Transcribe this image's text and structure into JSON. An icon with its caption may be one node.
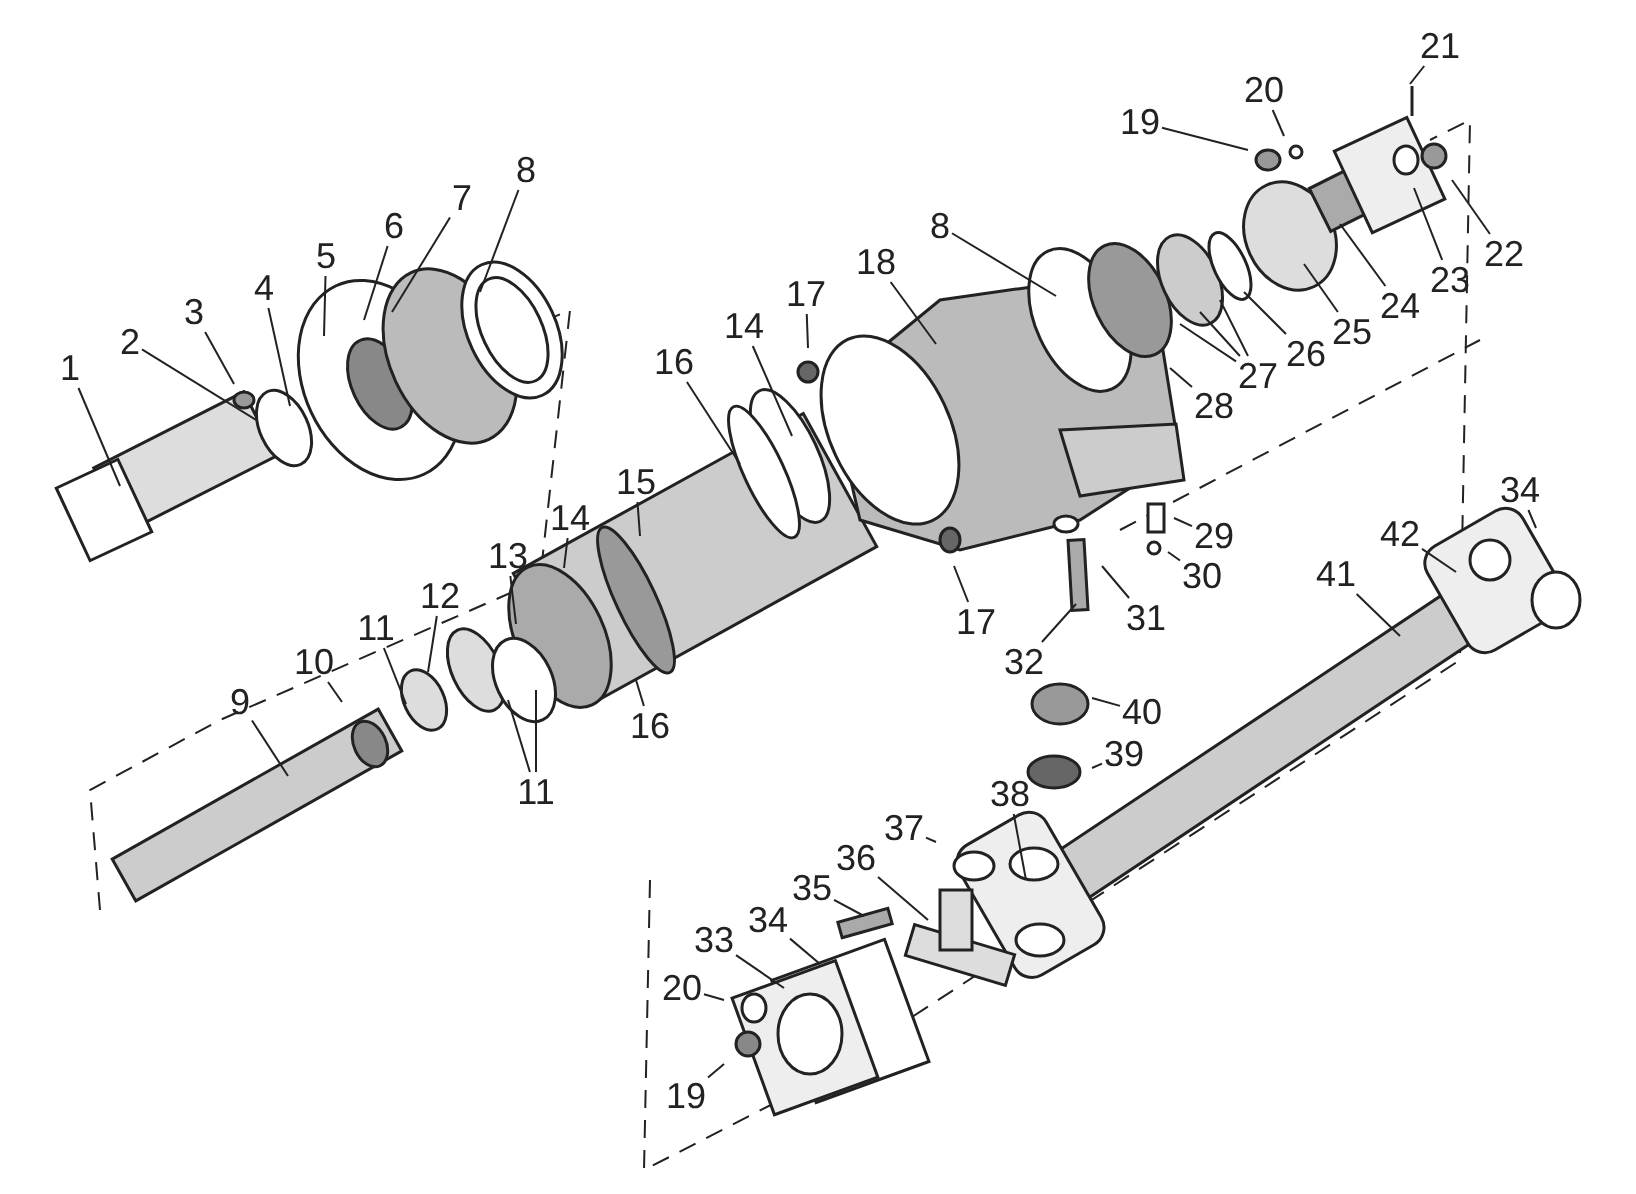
{
  "diagram": {
    "nodes": [
      {
        "text": [
          "1"
        ]
      },
      {
        "text": [
          "2"
        ]
      },
      {
        "text": [
          "3"
        ]
      },
      {
        "text": [
          "4"
        ]
      },
      {
        "text": [
          "5"
        ]
      },
      {
        "text": [
          "6"
        ]
      },
      {
        "text": [
          "7"
        ]
      },
      {
        "text": [
          "8"
        ]
      },
      {
        "text": [
          "17"
        ]
      },
      {
        "text": [
          "14"
        ]
      },
      {
        "text": [
          "16"
        ]
      },
      {
        "text": [
          "18"
        ]
      },
      {
        "text": [
          "8"
        ]
      },
      {
        "text": [
          "21"
        ]
      },
      {
        "text": [
          "20"
        ]
      },
      {
        "text": [
          "19"
        ]
      },
      {
        "text": [
          "22"
        ]
      },
      {
        "text": [
          "23"
        ]
      },
      {
        "text": [
          "24"
        ]
      },
      {
        "text": [
          "25"
        ]
      },
      {
        "text": [
          "26"
        ]
      },
      {
        "text": [
          "27"
        ]
      },
      {
        "text": [
          "28"
        ]
      },
      {
        "text": [
          "15"
        ]
      },
      {
        "text": [
          "14"
        ]
      },
      {
        "text": [
          "13"
        ]
      },
      {
        "text": [
          "12"
        ]
      },
      {
        "text": [
          "11"
        ]
      },
      {
        "text": [
          "10"
        ]
      },
      {
        "text": [
          "9"
        ]
      },
      {
        "text": [
          "16"
        ]
      },
      {
        "text": [
          "11"
        ]
      },
      {
        "text": [
          "29"
        ]
      },
      {
        "text": [
          "30"
        ]
      },
      {
        "text": [
          "17"
        ]
      },
      {
        "text": [
          "31"
        ]
      },
      {
        "text": [
          "32"
        ]
      },
      {
        "text": [
          "34"
        ]
      },
      {
        "text": [
          "42"
        ]
      },
      {
        "text": [
          "41"
        ]
      },
      {
        "text": [
          "40"
        ]
      },
      {
        "text": [
          "39"
        ]
      },
      {
        "text": [
          "38"
        ]
      },
      {
        "text": [
          "37"
        ]
      },
      {
        "text": [
          "36"
        ]
      },
      {
        "text": [
          "35"
        ]
      },
      {
        "text": [
          "34"
        ]
      },
      {
        "text": [
          "33"
        ]
      },
      {
        "text": [
          "20"
        ]
      },
      {
        "text": [
          "19"
        ]
      }
    ],
    "edges": [
      {
        "from": 0,
        "to": null,
        "arrow": "none"
      },
      {
        "from": 1,
        "to": null,
        "arrow": "none"
      },
      {
        "from": 2,
        "to": null,
        "arrow": "none"
      },
      {
        "from": 3,
        "to": null,
        "arrow": "none"
      },
      {
        "from": 4,
        "to": null,
        "arrow": "none"
      },
      {
        "from": 5,
        "to": null,
        "arrow": "none"
      },
      {
        "from": 6,
        "to": null,
        "arrow": "none"
      },
      {
        "from": 7,
        "to": null,
        "arrow": "none"
      },
      {
        "from": 8,
        "to": null,
        "arrow": "none"
      },
      {
        "from": 9,
        "to": null,
        "arrow": "none"
      },
      {
        "from": 10,
        "to": null,
        "arrow": "none"
      },
      {
        "from": 11,
        "to": null,
        "arrow": "none"
      },
      {
        "from": 12,
        "to": null,
        "arrow": "none"
      },
      {
        "from": 13,
        "to": null,
        "arrow": "none"
      },
      {
        "from": 14,
        "to": null,
        "arrow": "none"
      },
      {
        "from": 15,
        "to": null,
        "arrow": "none"
      },
      {
        "from": 16,
        "to": null,
        "arrow": "none"
      },
      {
        "from": 17,
        "to": null,
        "arrow": "none"
      },
      {
        "from": 18,
        "to": null,
        "arrow": "none"
      },
      {
        "from": 19,
        "to": null,
        "arrow": "none"
      },
      {
        "from": 20,
        "to": null,
        "arrow": "none"
      },
      {
        "from": 21,
        "to": null,
        "arrow": "none"
      },
      {
        "from": 21,
        "to": null,
        "arrow": "none"
      },
      {
        "from": 21,
        "to": null,
        "arrow": "none"
      },
      {
        "from": 22,
        "to": null,
        "arrow": "none"
      },
      {
        "from": 23,
        "to": null,
        "arrow": "none"
      },
      {
        "from": 24,
        "to": null,
        "arrow": "none"
      },
      {
        "from": 25,
        "to": null,
        "arrow": "none"
      },
      {
        "from": 26,
        "to": null,
        "arrow": "none"
      },
      {
        "from": 27,
        "to": null,
        "arrow": "none"
      },
      {
        "from": 28,
        "to": null,
        "arrow": "none"
      },
      {
        "from": 29,
        "to": null,
        "arrow": "none"
      },
      {
        "from": 30,
        "to": null,
        "arrow": "none"
      },
      {
        "from": 31,
        "to": null,
        "arrow": "none"
      },
      {
        "from": 31,
        "to": null,
        "arrow": "none"
      },
      {
        "from": 32,
        "to": null,
        "arrow": "none"
      },
      {
        "from": 33,
        "to": null,
        "arrow": "none"
      },
      {
        "from": 34,
        "to": null,
        "arrow": "none"
      },
      {
        "from": 35,
        "to": null,
        "arrow": "none"
      },
      {
        "from": 36,
        "to": null,
        "arrow": "none"
      },
      {
        "from": 37,
        "to": null,
        "arrow": "none"
      },
      {
        "from": 38,
        "to": null,
        "arrow": "none"
      },
      {
        "from": 39,
        "to": null,
        "arrow": "none"
      },
      {
        "from": 40,
        "to": null,
        "arrow": "none"
      },
      {
        "from": 41,
        "to": null,
        "arrow": "none"
      },
      {
        "from": 42,
        "to": null,
        "arrow": "none"
      },
      {
        "from": 43,
        "to": null,
        "arrow": "none"
      },
      {
        "from": 44,
        "to": null,
        "arrow": "none"
      },
      {
        "from": 45,
        "to": null,
        "arrow": "none"
      },
      {
        "from": 46,
        "to": null,
        "arrow": "none"
      },
      {
        "from": 47,
        "to": null,
        "arrow": "none"
      },
      {
        "from": 48,
        "to": null,
        "arrow": "none"
      },
      {
        "from": 49,
        "to": null,
        "arrow": "none"
      }
    ]
  }
}
